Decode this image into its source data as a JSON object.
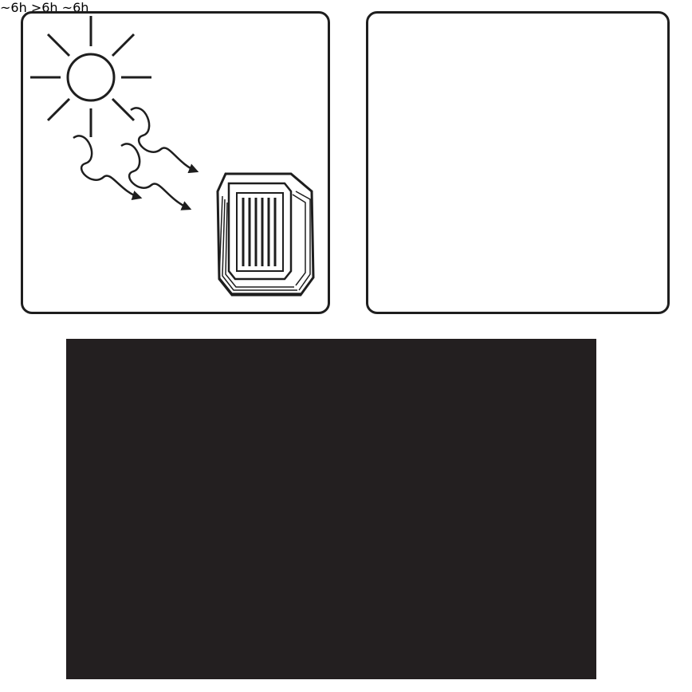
{
  "panels": {
    "sunny": {
      "duration": "~6h"
    },
    "cloudy": {
      "duration": ">6h"
    },
    "night": {
      "duration": "~6h"
    }
  },
  "icons": [
    "sun-icon",
    "cloud-icon",
    "moon-icon",
    "star-icon",
    "solar-light-icon",
    "grass-icon",
    "cat-icon",
    "brick-wall-icon",
    "arrow-icon"
  ],
  "colors": {
    "ink": "#1e1e1e",
    "night": "#231f20",
    "cloud": "#cfcfcf",
    "white": "#ffffff"
  }
}
